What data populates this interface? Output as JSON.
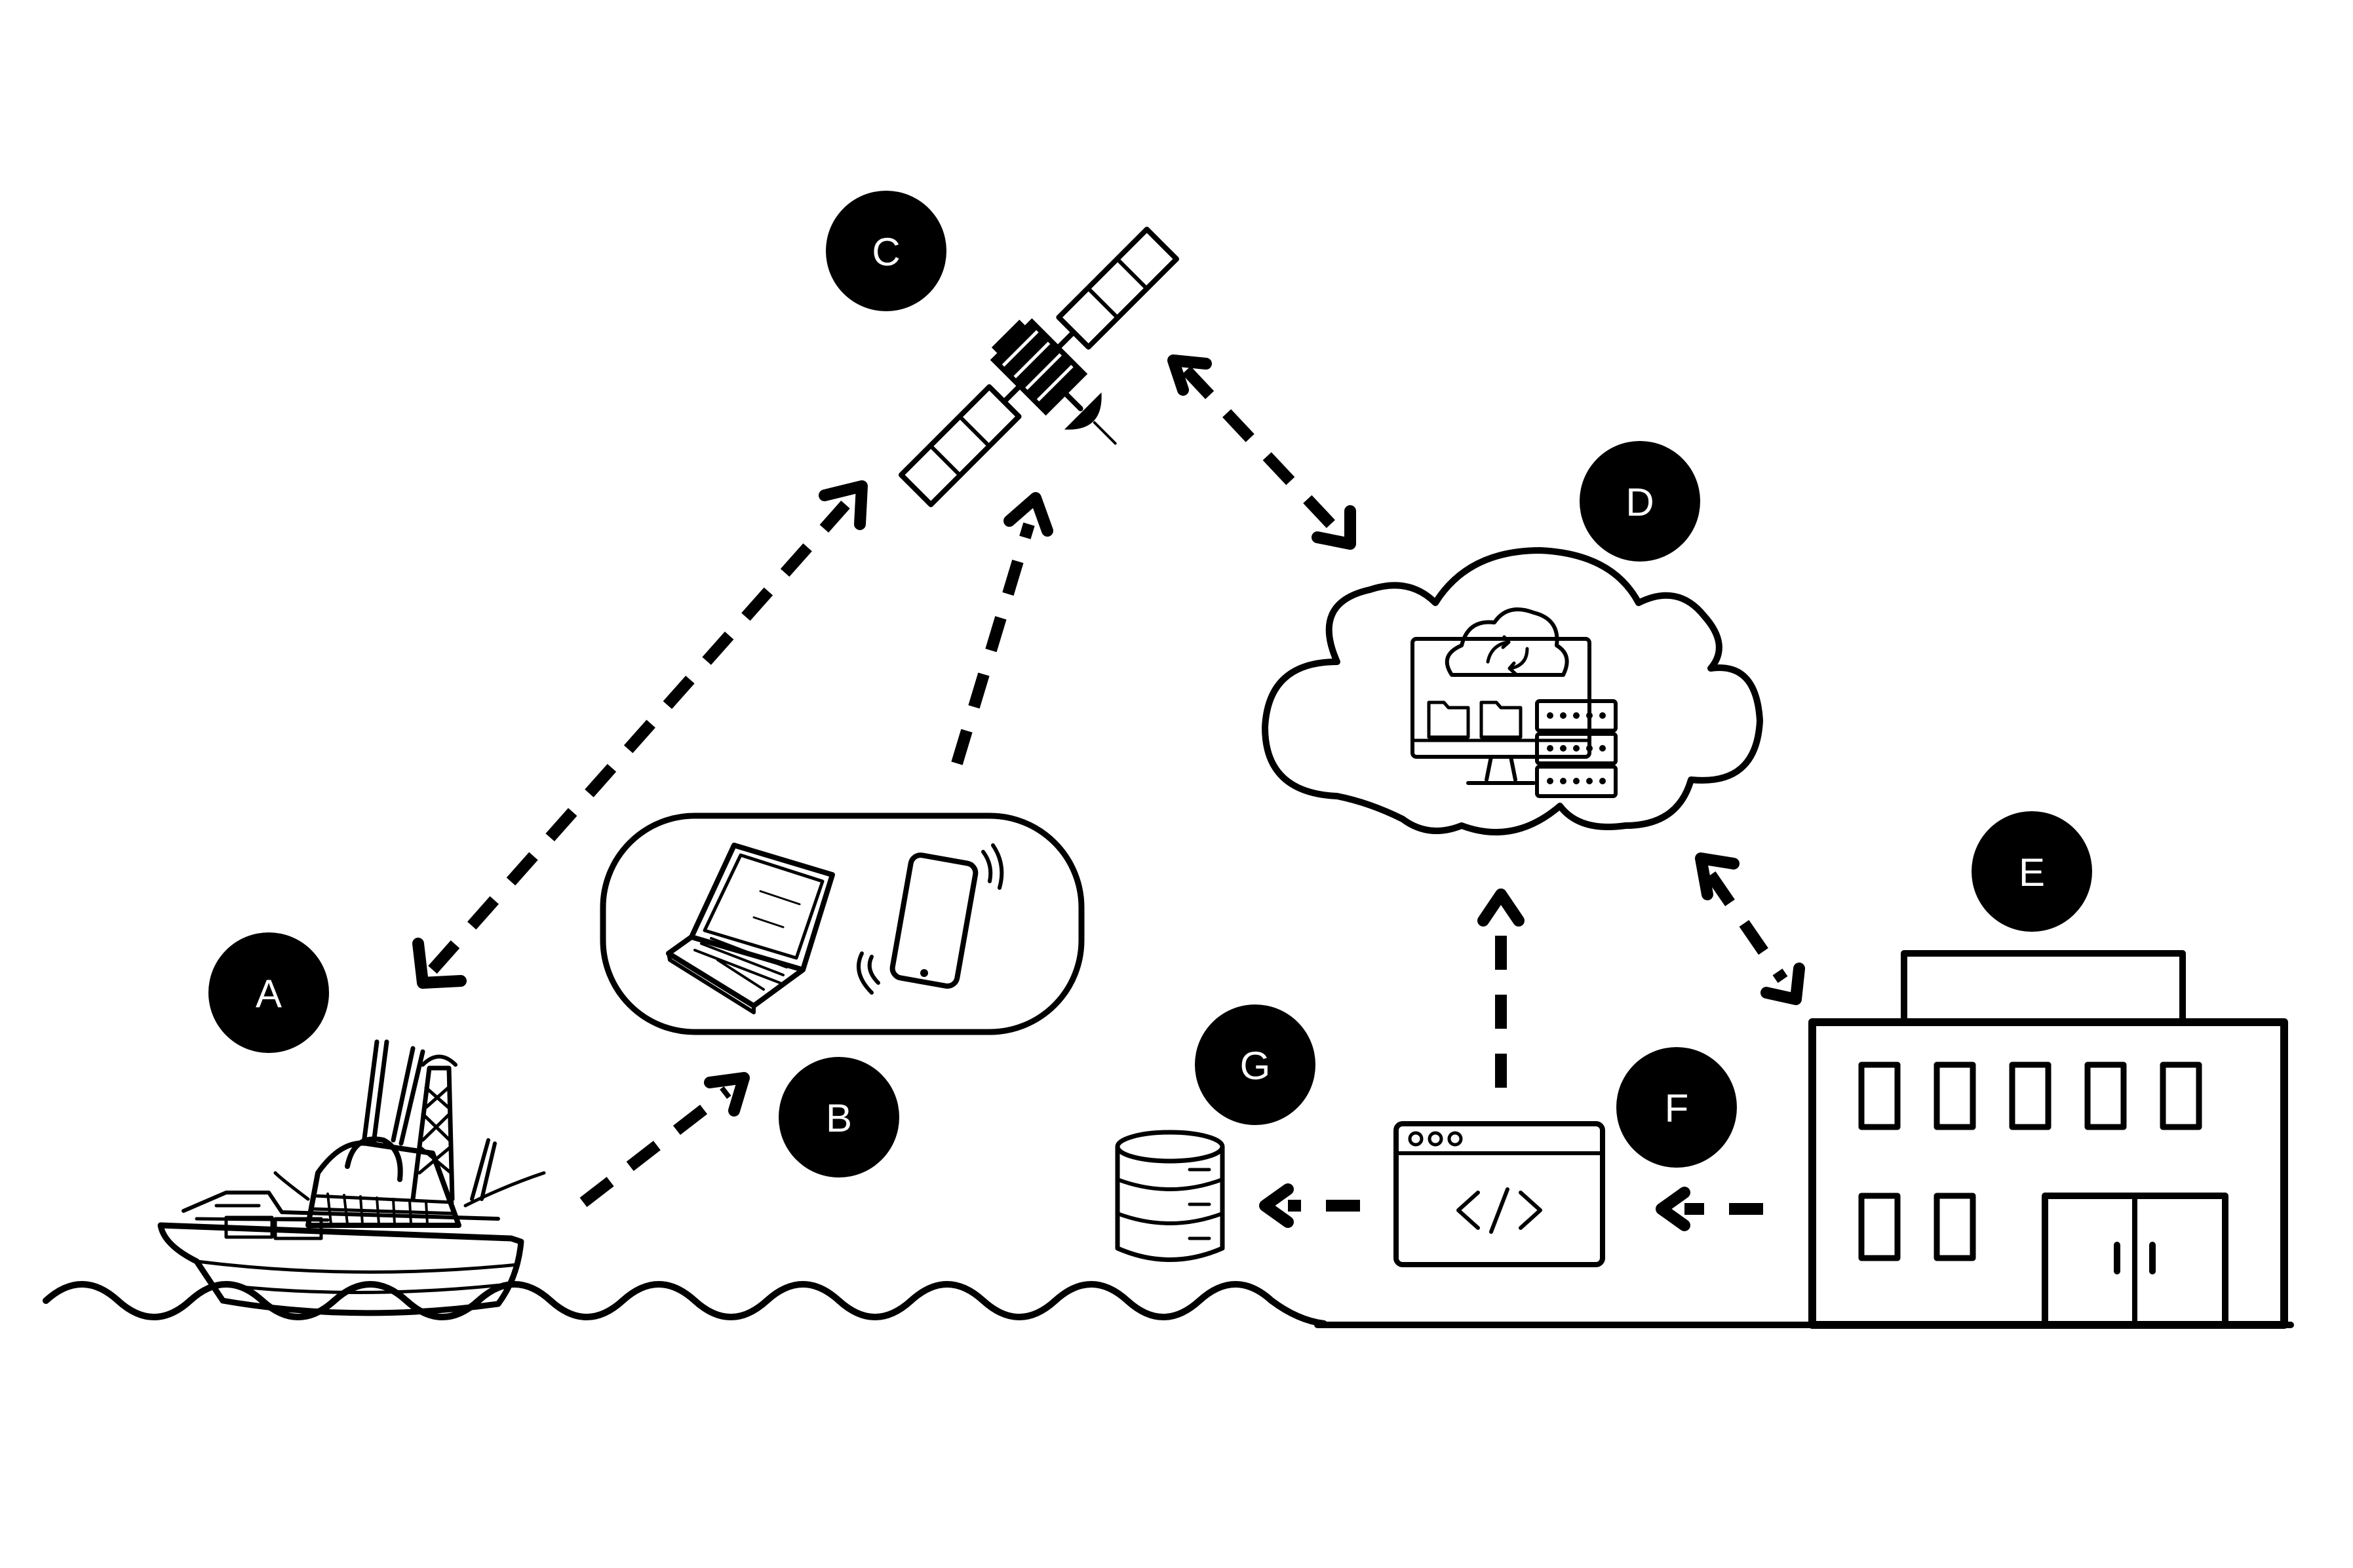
{
  "labels": {
    "a": "A",
    "b": "B",
    "c": "C",
    "d": "D",
    "e": "E",
    "f": "F",
    "g": "G"
  },
  "icons": {
    "boat": "fishing-boat-icon",
    "devices": "laptop-phone-icon",
    "satellite": "satellite-icon",
    "cloud": "cloud-server-icon",
    "building": "office-building-icon",
    "app": "code-window-icon",
    "database": "database-icon"
  },
  "colors": {
    "ink": "#000000",
    "paper": "#ffffff"
  }
}
